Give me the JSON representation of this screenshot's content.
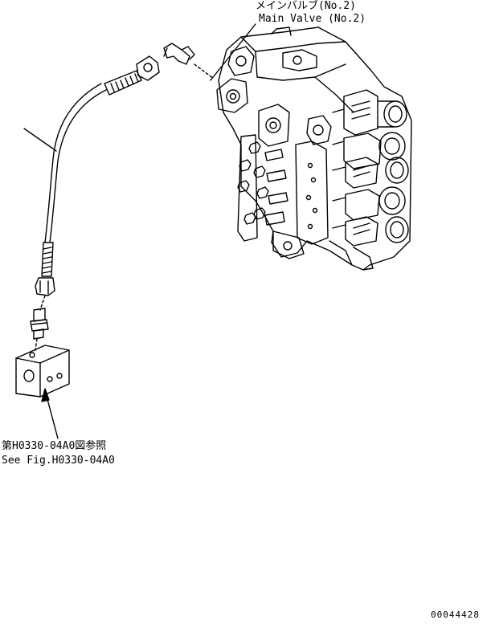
{
  "main_valve": {
    "label_jp": "メインバルブ(No.2)",
    "label_en": "Main Valve (No.2)"
  },
  "reference": {
    "label_jp": "第H0330-04A0図参照",
    "label_en": "See Fig.H0330-04A0"
  },
  "document_number": "00044428"
}
